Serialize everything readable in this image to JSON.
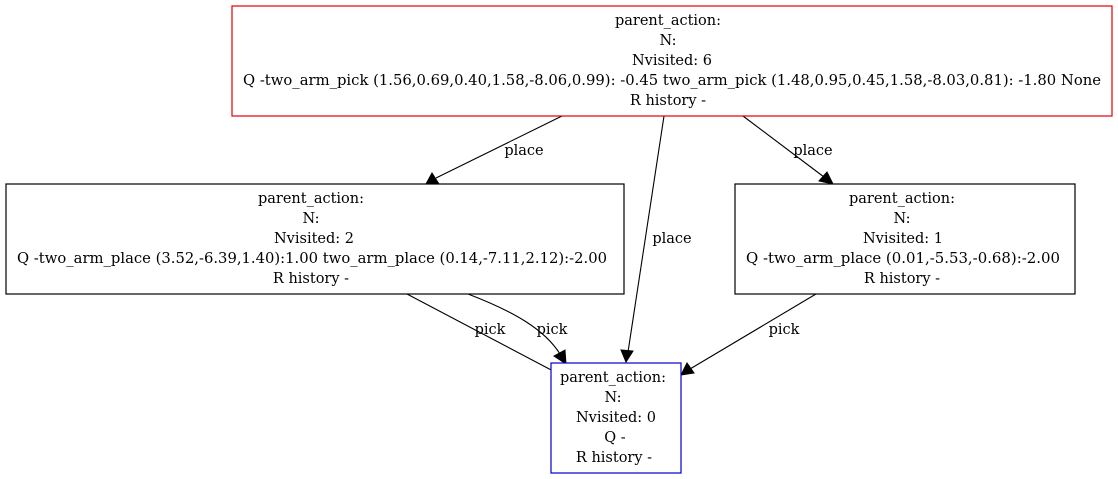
{
  "colors": {
    "root_border": "#e00000",
    "internal_border": "#000000",
    "leaf_border": "#0000cc",
    "edge": "#000000",
    "text": "#000000"
  },
  "nodes": {
    "root": {
      "line1": "parent_action:",
      "line2": "N:",
      "line3": "Nvisited: 6",
      "line4": "Q -two_arm_pick (1.56,0.69,0.40,1.58,-8.06,0.99): -0.45 two_arm_pick (1.48,0.95,0.45,1.58,-8.03,0.81): -1.80 None",
      "line5": "R history -"
    },
    "left": {
      "line1": "parent_action:",
      "line2": "N:",
      "line3": "Nvisited: 2",
      "line4": "Q -two_arm_place (3.52,-6.39,1.40):1.00 two_arm_place (0.14,-7.11,2.12):-2.00",
      "line5": "R history -"
    },
    "right": {
      "line1": "parent_action:",
      "line2": "N:",
      "line3": "Nvisited: 1",
      "line4": "Q -two_arm_place (0.01,-5.53,-0.68):-2.00",
      "line5": "R history -"
    },
    "leaf": {
      "line1": "parent_action:",
      "line2": "N:",
      "line3": "Nvisited: 0",
      "line4": "Q -",
      "line5": "R history -"
    }
  },
  "edges": {
    "root_to_left": "place",
    "root_to_leaf": "place",
    "root_to_right": "place",
    "left_to_leaf_a": "pick",
    "left_to_leaf_b": "pick",
    "right_to_leaf": "pick"
  }
}
